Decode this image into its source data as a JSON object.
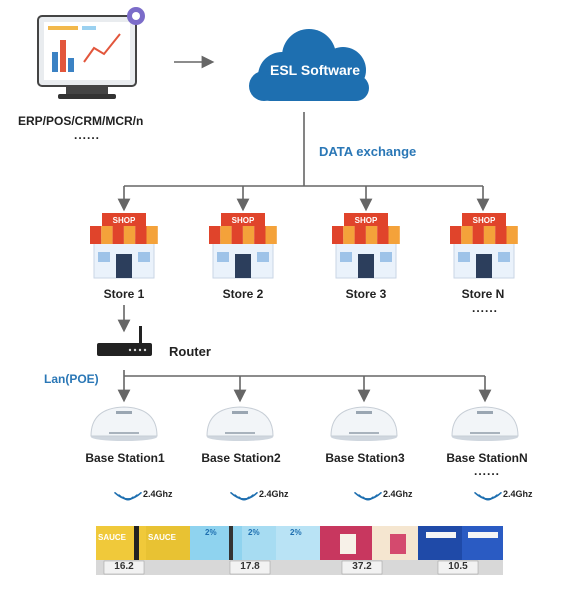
{
  "sources_label": "ERP/POS/CRM/MCR/n",
  "sources_more": "......",
  "cloud_label": "ESL Software",
  "data_exchange": "DATA exchange",
  "shop_sign": "SHOP",
  "stores": [
    "Store 1",
    "Store 2",
    "Store 3",
    "Store N"
  ],
  "stores_more": "......",
  "router_label": "Router",
  "lan_label": "Lan(POE)",
  "stations": [
    "Base Station1",
    "Base Station2",
    "Base Station3",
    "Base StationN"
  ],
  "stations_more": "......",
  "freq": "2.4Ghz",
  "shelf": {
    "tag_values": [
      "16.2",
      "17.8",
      "37.2",
      "10.5"
    ],
    "sauce_label": "SAUCE",
    "percent_label": "2%"
  },
  "colors": {
    "accent_blue": "#2a77b6",
    "cloud_blue": "#1e6fb0",
    "shop_red": "#e0442b",
    "shop_orange": "#f4a23a",
    "arrow_gray": "#666666"
  }
}
